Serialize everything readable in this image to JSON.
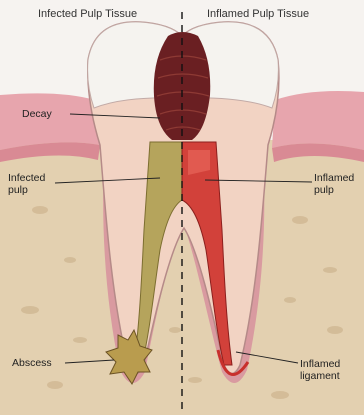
{
  "headers": {
    "left": "Infected Pulp Tissue",
    "right": "Inflamed Pulp Tissue"
  },
  "labels": {
    "decay": "Decay",
    "infected_pulp_line1": "Infected",
    "infected_pulp_line2": "pulp",
    "inflamed_pulp_line1": "Inflamed",
    "inflamed_pulp_line2": "pulp",
    "abscess": "Abscess",
    "inflamed_ligament_line1": "Inflamed",
    "inflamed_ligament_line2": "ligament"
  },
  "colors": {
    "background": "#f6f3f0",
    "gum": "#e4a0a8",
    "bone": "#e2cfae",
    "enamel": "#f4f2ee",
    "dentin": "#f1d2c2",
    "root_outline": "#b98a8a",
    "decay": "#6a1f22",
    "infected_pulp": "#b3a35a",
    "inflamed_pulp": "#d2403a",
    "abscess": "#b79a4c"
  }
}
